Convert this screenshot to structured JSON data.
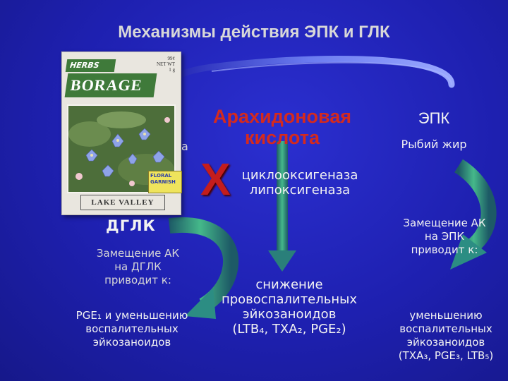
{
  "title": "Механизмы действия ЭПК и ГЛК",
  "packet": {
    "herbs_label": "HERBS",
    "name": "BORAGE",
    "info_lines": [
      "99¢",
      "NET WT",
      "1 g"
    ],
    "tag_lines": [
      "FLORAL",
      "GARNISH"
    ],
    "brand": "LAKE VALLEY"
  },
  "occluded_fragment": "а",
  "arachidonic_acid": "Арахидоновая кислота",
  "enzymes": [
    "циклооксигеназа",
    "липоксигеназа"
  ],
  "block_mark": "X",
  "epk": {
    "title": "ЭПК",
    "source": "Рыбий жир"
  },
  "dglk": {
    "title": "ДГЛК"
  },
  "left_replace": [
    "Замещение АК",
    "на ДГЛК",
    "приводит к:"
  ],
  "left_result": [
    "PGE₁ и уменьшению",
    "воспалительных",
    "эйкозаноидов"
  ],
  "center_result": [
    "снижение",
    "провоспалительных",
    "эйкозаноидов",
    "(LTB₄, TXA₂, PGE₂)"
  ],
  "right_replace": [
    "Замещение АК",
    "на ЭПК",
    "приводит к:"
  ],
  "right_result": [
    "уменьшению",
    "воспалительных",
    "эйкозаноидов",
    "(TXA₃, PGE₃, LTB₅)"
  ]
}
